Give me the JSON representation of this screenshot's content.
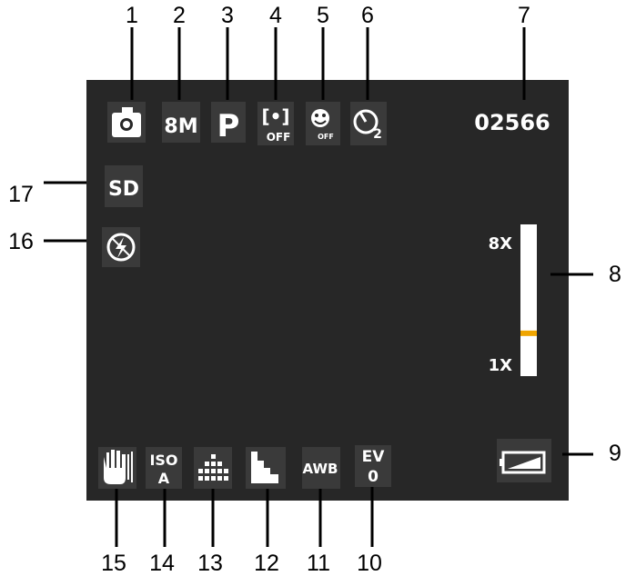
{
  "callouts": {
    "c1": "1",
    "c2": "2",
    "c3": "3",
    "c4": "4",
    "c5": "5",
    "c6": "6",
    "c7": "7",
    "c8": "8",
    "c9": "9",
    "c10": "10",
    "c11": "11",
    "c12": "12",
    "c13": "13",
    "c14": "14",
    "c15": "15",
    "c16": "16",
    "c17": "17"
  },
  "screen": {
    "shot_counter": "02566",
    "resolution": "8M",
    "mode": "P",
    "focus_off": "OFF",
    "face_off": "OFF",
    "self_timer": "2",
    "storage": "SD",
    "zoom_max": "8X",
    "zoom_min": "1X",
    "zoom_level_fraction": 0.15,
    "iso_label": "ISO",
    "iso_value": "A",
    "awb": "AWB",
    "ev_label": "EV",
    "ev_value": "0"
  },
  "colors": {
    "screen_bg": "#272727",
    "icon_bg": "#3a3a3a",
    "zoom_indicator": "#f0a500"
  },
  "icons": [
    "camera-mode-icon",
    "resolution-icon",
    "program-mode-icon",
    "focus-off-icon",
    "face-detect-off-icon",
    "self-timer-icon",
    "shot-counter",
    "zoom-bar",
    "battery-icon",
    "exposure-icon",
    "white-balance-icon",
    "sharpness-icon",
    "quality-icon",
    "iso-icon",
    "stabilizer-icon",
    "flash-off-icon",
    "sd-card-icon"
  ]
}
